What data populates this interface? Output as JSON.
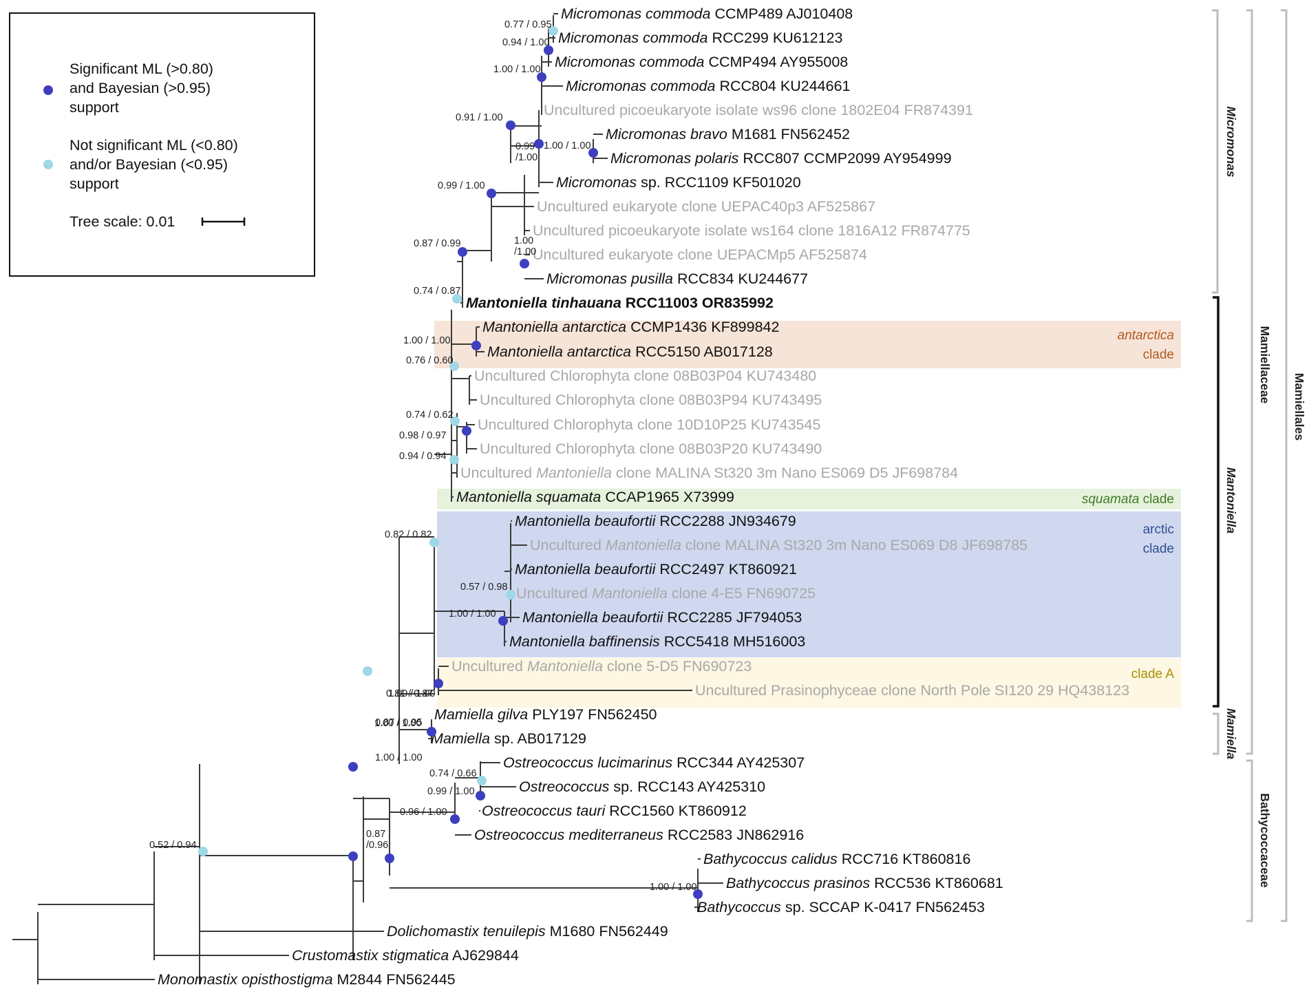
{
  "legend": {
    "significant": "Significant ML (>0.80) and Bayesian (>0.95) support",
    "significant_lines": [
      "Significant ML (>0.80)",
      "and Bayesian (>0.95)",
      "support"
    ],
    "not_significant": "Not significant ML (<0.80) and/or Bayesian (<0.95) support",
    "not_significant_lines": [
      "Not significant ML (<0.80)",
      "and/or Bayesian (<0.95)",
      "support"
    ],
    "tree_scale": "Tree scale: 0.01"
  },
  "colors": {
    "significant_node": "#3d3fbf",
    "nonsignificant_node": "#9fd8e6",
    "branch": "#3a3a3a",
    "gray_taxon": "#a8a8a8",
    "antarctica_clade_bg": "#f7e4d8",
    "squamata_clade_bg": "#e6f2dc",
    "arctic_clade_bg": "#cfd8ef",
    "cladeA_bg": "#fdf7e3",
    "antarctica_label": "#b15a1e",
    "squamata_label": "#3f7a27",
    "arctic_label": "#2f4f8f",
    "cladeA_label": "#a88f00"
  },
  "taxa": [
    {
      "segments": [
        {
          "t": "Micromonas commoda",
          "i": true
        },
        {
          "t": " CCMP489 AJ010408"
        }
      ],
      "gray": false
    },
    {
      "segments": [
        {
          "t": "Micromonas commoda",
          "i": true
        },
        {
          "t": " RCC299 KU612123"
        }
      ],
      "gray": false
    },
    {
      "segments": [
        {
          "t": "Micromonas commoda",
          "i": true
        },
        {
          "t": " CCMP494 AY955008"
        }
      ],
      "gray": false
    },
    {
      "segments": [
        {
          "t": "Micromonas commoda",
          "i": true
        },
        {
          "t": " RCC804 KU244661"
        }
      ],
      "gray": false
    },
    {
      "segments": [
        {
          "t": "Uncultured picoeukaryote isolate ws96 clone 1802E04 FR874391"
        }
      ],
      "gray": true
    },
    {
      "segments": [
        {
          "t": "Micromonas bravo",
          "i": true
        },
        {
          "t": " M1681 FN562452"
        }
      ],
      "gray": false
    },
    {
      "segments": [
        {
          "t": "Micromonas polaris",
          "i": true
        },
        {
          "t": " RCC807 CCMP2099 AY954999"
        }
      ],
      "gray": false
    },
    {
      "segments": [
        {
          "t": "Micromonas",
          "i": true
        },
        {
          "t": " sp. RCC1109 KF501020"
        }
      ],
      "gray": false
    },
    {
      "segments": [
        {
          "t": "Uncultured eukaryote clone UEPAC40p3 AF525867"
        }
      ],
      "gray": true
    },
    {
      "segments": [
        {
          "t": "Uncultured picoeukaryote isolate ws164 clone 1816A12 FR874775"
        }
      ],
      "gray": true
    },
    {
      "segments": [
        {
          "t": "Uncultured eukaryote clone UEPACMp5 AF525874"
        }
      ],
      "gray": true
    },
    {
      "segments": [
        {
          "t": "Micromonas pusilla",
          "i": true
        },
        {
          "t": " RCC834 KU244677"
        }
      ],
      "gray": false
    },
    {
      "segments": [
        {
          "t": "Mantoniella tinhauana",
          "i": true
        },
        {
          "t": " RCC11003 OR835992"
        }
      ],
      "gray": false,
      "bold": true
    },
    {
      "segments": [
        {
          "t": "Mantoniella antarctica",
          "i": true
        },
        {
          "t": " CCMP1436 KF899842"
        }
      ],
      "gray": false
    },
    {
      "segments": [
        {
          "t": "Mantoniella antarctica",
          "i": true
        },
        {
          "t": " RCC5150 AB017128"
        }
      ],
      "gray": false
    },
    {
      "segments": [
        {
          "t": "Uncultured Chlorophyta clone 08B03P04 KU743480"
        }
      ],
      "gray": true
    },
    {
      "segments": [
        {
          "t": "Uncultured Chlorophyta clone 08B03P94 KU743495"
        }
      ],
      "gray": true
    },
    {
      "segments": [
        {
          "t": "Uncultured Chlorophyta clone 10D10P25 KU743545"
        }
      ],
      "gray": true
    },
    {
      "segments": [
        {
          "t": "Uncultured Chlorophyta clone 08B03P20 KU743490"
        }
      ],
      "gray": true
    },
    {
      "segments": [
        {
          "t": "Uncultured "
        },
        {
          "t": "Mantoniella",
          "i": true
        },
        {
          "t": " clone MALINA St320 3m Nano ES069 D5 JF698784"
        }
      ],
      "gray": true
    },
    {
      "segments": [
        {
          "t": "Mantoniella squamata",
          "i": true
        },
        {
          "t": " CCAP1965 X73999"
        }
      ],
      "gray": false
    },
    {
      "segments": [
        {
          "t": "Mantoniella beaufortii",
          "i": true
        },
        {
          "t": " RCC2288 JN934679"
        }
      ],
      "gray": false
    },
    {
      "segments": [
        {
          "t": "Uncultured "
        },
        {
          "t": "Mantoniella",
          "i": true
        },
        {
          "t": " clone MALINA St320 3m Nano ES069 D8 JF698785"
        }
      ],
      "gray": true
    },
    {
      "segments": [
        {
          "t": "Mantoniella beaufortii",
          "i": true
        },
        {
          "t": " RCC2497 KT860921"
        }
      ],
      "gray": false
    },
    {
      "segments": [
        {
          "t": "Uncultured "
        },
        {
          "t": "Mantoniella",
          "i": true
        },
        {
          "t": " clone 4-E5 FN690725"
        }
      ],
      "gray": true
    },
    {
      "segments": [
        {
          "t": "Mantoniella beaufortii",
          "i": true
        },
        {
          "t": " RCC2285 JF794053"
        }
      ],
      "gray": false
    },
    {
      "segments": [
        {
          "t": "Mantoniella baffinensis",
          "i": true
        },
        {
          "t": " RCC5418 MH516003"
        }
      ],
      "gray": false
    },
    {
      "segments": [
        {
          "t": "Uncultured "
        },
        {
          "t": "Mantoniella",
          "i": true
        },
        {
          "t": " clone 5-D5 FN690723"
        }
      ],
      "gray": true
    },
    {
      "segments": [
        {
          "t": "Uncultured Prasinophyceae clone North Pole SI120 29 HQ438123"
        }
      ],
      "gray": true
    },
    {
      "segments": [
        {
          "t": "Mamiella gilva",
          "i": true
        },
        {
          "t": " PLY197 FN562450"
        }
      ],
      "gray": false
    },
    {
      "segments": [
        {
          "t": "Mamiella",
          "i": true
        },
        {
          "t": " sp. AB017129"
        }
      ],
      "gray": false
    },
    {
      "segments": [
        {
          "t": "Ostreococcus lucimarinus",
          "i": true
        },
        {
          "t": " RCC344 AY425307"
        }
      ],
      "gray": false
    },
    {
      "segments": [
        {
          "t": "Ostreococcus",
          "i": true
        },
        {
          "t": " sp. RCC143 AY425310"
        }
      ],
      "gray": false
    },
    {
      "segments": [
        {
          "t": "Ostreococcus tauri",
          "i": true
        },
        {
          "t": " RCC1560 KT860912"
        }
      ],
      "gray": false
    },
    {
      "segments": [
        {
          "t": "Ostreococcus mediterraneus",
          "i": true
        },
        {
          "t": " RCC2583 JN862916"
        }
      ],
      "gray": false
    },
    {
      "segments": [
        {
          "t": "Bathycoccus calidus",
          "i": true
        },
        {
          "t": " RCC716 KT860816"
        }
      ],
      "gray": false
    },
    {
      "segments": [
        {
          "t": "Bathycoccus prasinos",
          "i": true
        },
        {
          "t": " RCC536 KT860681"
        }
      ],
      "gray": false
    },
    {
      "segments": [
        {
          "t": "Bathycoccus",
          "i": true
        },
        {
          "t": " sp. SCCAP K-0417 FN562453"
        }
      ],
      "gray": false
    },
    {
      "segments": [
        {
          "t": "Dolichomastix tenuilepis",
          "i": true
        },
        {
          "t": " M1680 FN562449"
        }
      ],
      "gray": false
    },
    {
      "segments": [
        {
          "t": "Crustomastix stigmatica",
          "i": true
        },
        {
          "t": " AJ629844"
        }
      ],
      "gray": false
    },
    {
      "segments": [
        {
          "t": "Monomastix opisthostigma",
          "i": true
        },
        {
          "t": " M2844 FN562445"
        }
      ],
      "gray": false
    }
  ],
  "nodes": [
    {
      "label": "0.77 / 0.95",
      "significant": false
    },
    {
      "label": "0.94 / 1.00",
      "significant": true
    },
    {
      "label": "1.00 / 1.00",
      "significant": true
    },
    {
      "label": "0.91 / 1.00",
      "significant": true
    },
    {
      "label": "1.00 / 1.00",
      "significant": true
    },
    {
      "label": "0.99 /1.00",
      "significant": true
    },
    {
      "label": "0.99 / 1.00",
      "significant": true
    },
    {
      "label": "1.00 /1.00",
      "significant": true
    },
    {
      "label": "0.87 / 0.99",
      "significant": true
    },
    {
      "label": "0.74 / 0.87",
      "significant": false
    },
    {
      "label": "1.00 / 1.00",
      "significant": true
    },
    {
      "label": "0.76 / 0.60",
      "significant": false
    },
    {
      "label": "0.74 / 0.62",
      "significant": false
    },
    {
      "label": "0.98 / 0.97",
      "significant": true
    },
    {
      "label": "0.94 / 0.94",
      "significant": false
    },
    {
      "label": "0.82 / 0.82",
      "significant": false
    },
    {
      "label": "0.57 / 0.98",
      "significant": false
    },
    {
      "label": "1.00 / 1.00",
      "significant": true
    },
    {
      "label": "1.00 / 1.00",
      "significant": true
    },
    {
      "label": "0.87 / 0.95",
      "significant": true
    },
    {
      "label": "0.81 / 0.87",
      "significant": false
    },
    {
      "label": "1.00 / 1.00",
      "significant": true
    },
    {
      "label": "1.00 / 1.00",
      "significant": true
    },
    {
      "label": "0.74 / 0.66",
      "significant": false
    },
    {
      "label": "0.99 / 1.00",
      "significant": true
    },
    {
      "label": "0.96 / 1.00",
      "significant": true
    },
    {
      "label": "0.87 /0.96",
      "significant": true
    },
    {
      "label": "1.00 / 1.00",
      "significant": true
    },
    {
      "label": "0.52 / 0.94",
      "significant": false
    }
  ],
  "clade_labels": {
    "antarctica": [
      {
        "t": "antarctica",
        "i": true
      },
      {
        "t": "clade"
      }
    ],
    "squamata": [
      {
        "t": "squamata",
        "i": true
      },
      {
        "t": " clade"
      }
    ],
    "arctic": [
      {
        "t": "arctic"
      },
      {
        "t": "clade"
      }
    ],
    "cladeA": [
      {
        "t": "clade A"
      }
    ]
  },
  "taxonomy_bars": {
    "micromonas": "Micromonas",
    "mantoniella": "Mantoniella",
    "mamiella": "Mamiella",
    "mamiellaceae": "Mamiellaceae",
    "bathycoccaceae": "Bathycoccaceae",
    "mamiellales": "Mamiellales"
  }
}
